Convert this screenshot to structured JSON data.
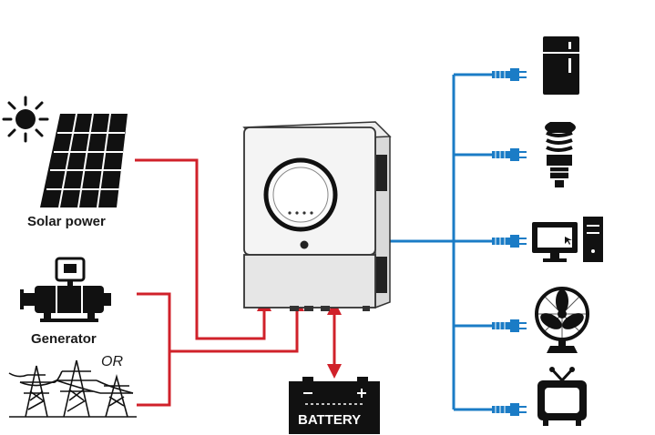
{
  "diagram": {
    "sources": {
      "solar_label": "Solar power",
      "generator_label": "Generator",
      "or_label": "OR"
    },
    "storage": {
      "battery_label": "BATTERY"
    },
    "colors": {
      "input_line": "#d0212a",
      "output_line": "#1b7cc6",
      "icon": "#111111"
    },
    "icons": {
      "sources": [
        "sun-icon",
        "solar-panel-icon",
        "generator-icon",
        "power-grid-icon"
      ],
      "loads": [
        "refrigerator-icon",
        "light-bulb-icon",
        "computer-icon",
        "fan-icon",
        "television-icon"
      ],
      "device": "inverter-icon",
      "storage": "battery-icon"
    }
  }
}
